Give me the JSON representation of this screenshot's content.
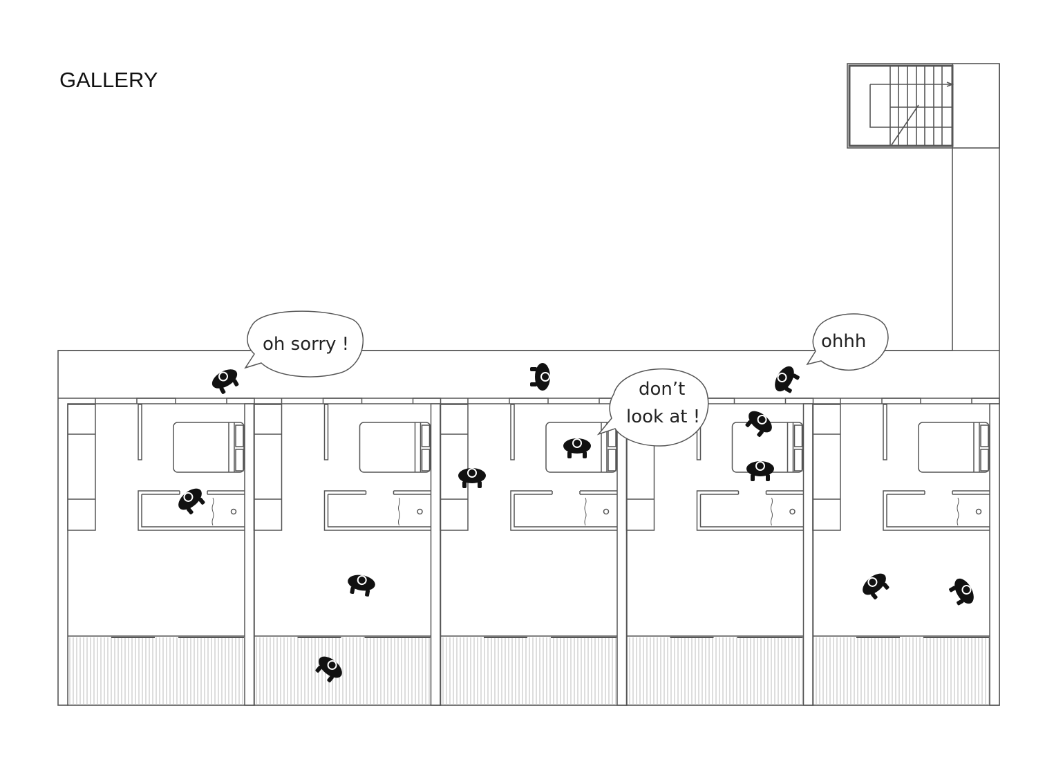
{
  "title": "GALLERY",
  "units_count": 5,
  "bubbles": [
    {
      "id": "oh-sorry",
      "text": "oh sorry !"
    },
    {
      "id": "ohhh",
      "text": "ohhh"
    },
    {
      "id": "dont-look",
      "line1": "don’t",
      "line2": "look at !"
    }
  ],
  "colors": {
    "line": "#555555",
    "figure": "#111111",
    "hatch": "#bbbbbb"
  }
}
